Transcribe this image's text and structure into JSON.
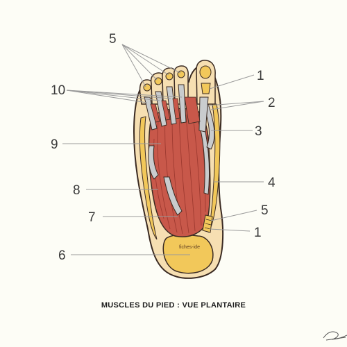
{
  "caption": "MUSCLES DU PIED : VUE PLANTAIRE",
  "watermark": "fiches-ide",
  "labels": {
    "l5_top": "5",
    "l10": "10",
    "l9": "9",
    "l8": "8",
    "l7": "7",
    "l6": "6",
    "l1_top": "1",
    "l2": "2",
    "l3": "3",
    "l4": "4",
    "l5_right": "5",
    "l1_bottom": "1"
  },
  "colors": {
    "background": "#fdfdf6",
    "skin": "#f6dfb2",
    "fat": "#f2c85a",
    "muscle": "#c8584a",
    "muscle_dark": "#9e3a30",
    "tendon": "#c9ccce",
    "outline": "#3a2a22"
  }
}
